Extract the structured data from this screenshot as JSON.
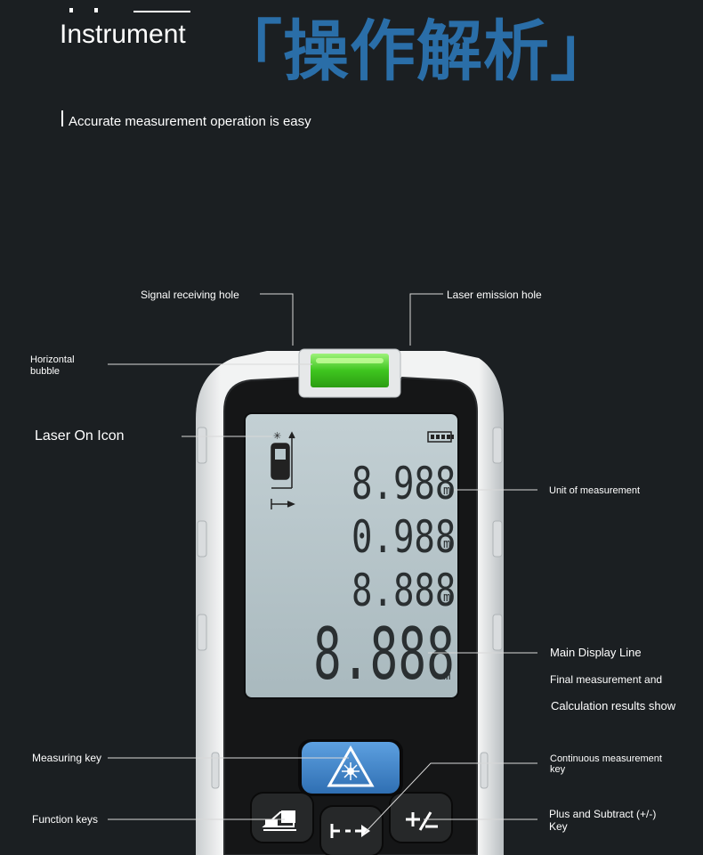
{
  "header": {
    "title_en": "Instrument",
    "title_cn": "「操作解析」",
    "subtitle": "Accurate measurement operation is easy"
  },
  "callouts": {
    "signal_receiving_hole": "Signal receiving hole",
    "laser_emission_hole": "Laser emission hole",
    "horizontal_bubble_line1": "Horizontal",
    "horizontal_bubble_line2": "bubble",
    "laser_on_icon": "Laser On Icon",
    "unit_of_measurement": "Unit of measurement",
    "main_display_line": "Main Display Line",
    "final_result_line1": "Final measurement and",
    "final_result_line2": "Calculation results show",
    "measuring_key": "Measuring key",
    "continuous_line1": "Continuous measurement",
    "continuous_line2": "key",
    "function_keys": "Function keys",
    "plus_subtract_line1": "Plus and Subtract (+/-)",
    "plus_subtract_line2": "Key"
  },
  "display": {
    "row1_value": "8.988",
    "row2_value": "0.988",
    "row3_value": "8.888",
    "main_value": "8.888",
    "unit": "m"
  },
  "colors": {
    "title_accent": "#2a6ea8",
    "lcd": "#b8c7cc",
    "bubble": "#4ccf2a",
    "measure_key": "#3d82c8"
  },
  "icons": {
    "laser_key": "laser-warning-icon",
    "function_key": "area-volume-icon",
    "continuous_key": "distance-arrow-icon",
    "plus_minus_key": "plus-minus-icon",
    "battery": "battery-icon",
    "laser_status": "laser-on-icon"
  }
}
